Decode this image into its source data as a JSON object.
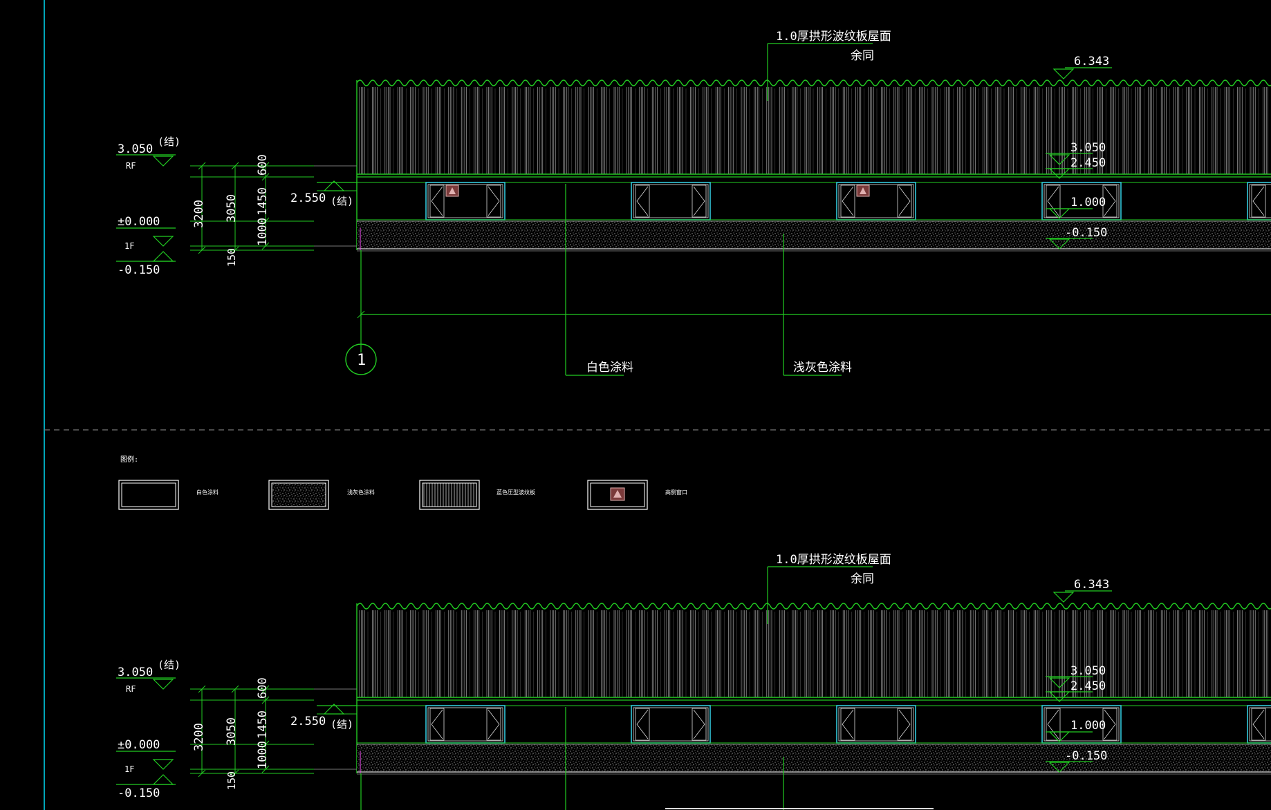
{
  "drawing": {
    "colors": {
      "background": "#000000",
      "line": "#22cc22",
      "text": "#ffffff",
      "frame": "#00a6b8",
      "window": "#33c7d9",
      "hatch": "#9a9a9a",
      "icon_fill": "#a15a5a",
      "icon_stroke": "#e0b0b0",
      "dim": "#d8d8d8"
    },
    "elevations": [
      {
        "roof_note_line1": "1.0厚拱形波纹板屋面",
        "roof_note_line2": "余同",
        "top_elev": "6.343",
        "right_elev_1": "3.050",
        "right_elev_2": "2.450",
        "right_elev_3": "1.000",
        "right_elev_4": "-0.150",
        "left_elev_top": "3.050",
        "left_elev_top_suffix": "(结)",
        "left_level_top": "RF",
        "left_elev_mid": "2.550",
        "left_elev_mid_suffix": "(结)",
        "left_elev_zero": "±0.000",
        "left_level_zero": "1F",
        "left_elev_bottom": "-0.150",
        "dim_3200": "3200",
        "dim_3050": "3050",
        "dim_1450": "1450",
        "dim_600": "600",
        "dim_1000": "1000",
        "dim_150": "150",
        "axis_label": "1",
        "note_white": "白色涂料",
        "note_gray": "浅灰色涂料"
      },
      {
        "roof_note_line1": "1.0厚拱形波纹板屋面",
        "roof_note_line2": "余同",
        "top_elev": "6.343",
        "right_elev_1": "3.050",
        "right_elev_2": "2.450",
        "right_elev_3": "1.000",
        "right_elev_4": "-0.150",
        "left_elev_top": "3.050",
        "left_elev_top_suffix": "(结)",
        "left_level_top": "RF",
        "left_elev_mid": "2.550",
        "left_elev_mid_suffix": "(结)",
        "left_elev_zero": "±0.000",
        "left_level_zero": "1F",
        "left_elev_bottom": "-0.150",
        "dim_3200": "3200",
        "dim_3050": "3050",
        "dim_1450": "1450",
        "dim_600": "600",
        "dim_1000": "1000",
        "dim_150": "150"
      }
    ],
    "legend": {
      "title": "图例:",
      "items": [
        {
          "label": "白色涂料"
        },
        {
          "label": "浅灰色涂料"
        },
        {
          "label": "蓝色压型波纹板"
        },
        {
          "label": "高侧窗口"
        }
      ]
    }
  }
}
